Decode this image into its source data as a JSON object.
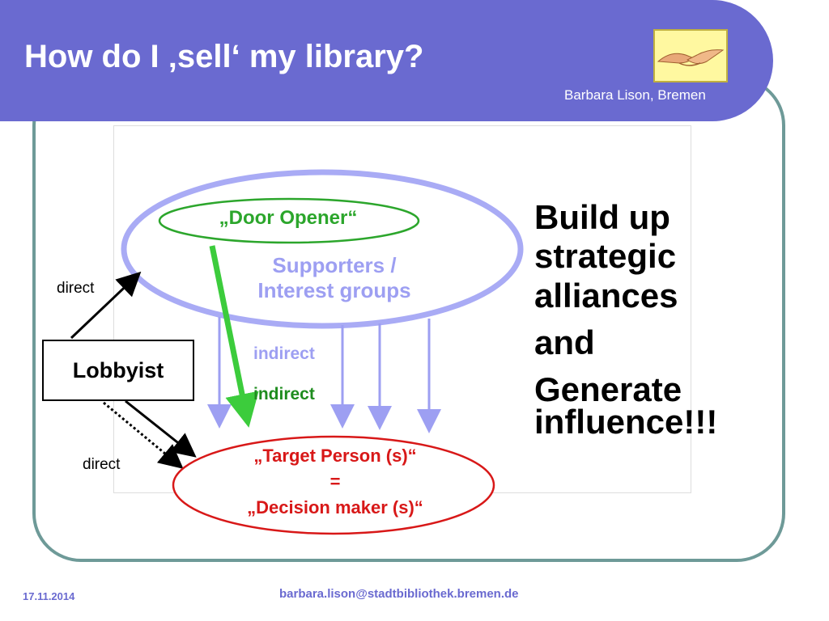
{
  "slide": {
    "title": "How do I ‚sell‘ my library?",
    "author": "Barbara Lison,  Bremen"
  },
  "diagram": {
    "door_opener": "„Door Opener“",
    "supporters": "Supporters /",
    "interest_groups": "Interest groups",
    "indirect_blue": "indirect",
    "indirect_green": "indirect",
    "direct_top": "direct",
    "direct_bottom": "direct",
    "lobbyist": "Lobbyist",
    "target_line1": "„Target Person (s)“",
    "target_line2": "=",
    "target_line3": "„Decision maker (s)“",
    "colors": {
      "supporters": "#9d9ff2",
      "door_opener": "#2ca62c",
      "target": "#d81818"
    }
  },
  "side_text": {
    "line1": "Build up",
    "line2": "strategic",
    "line3": "alliances",
    "line4": "and",
    "line5": "Generate",
    "line6": "influence!!!"
  },
  "footer": {
    "date": "17.11.2014",
    "email": "barbara.lison@stadtbibliothek.bremen.de"
  },
  "icons": {
    "logo": "handshake-icon"
  }
}
